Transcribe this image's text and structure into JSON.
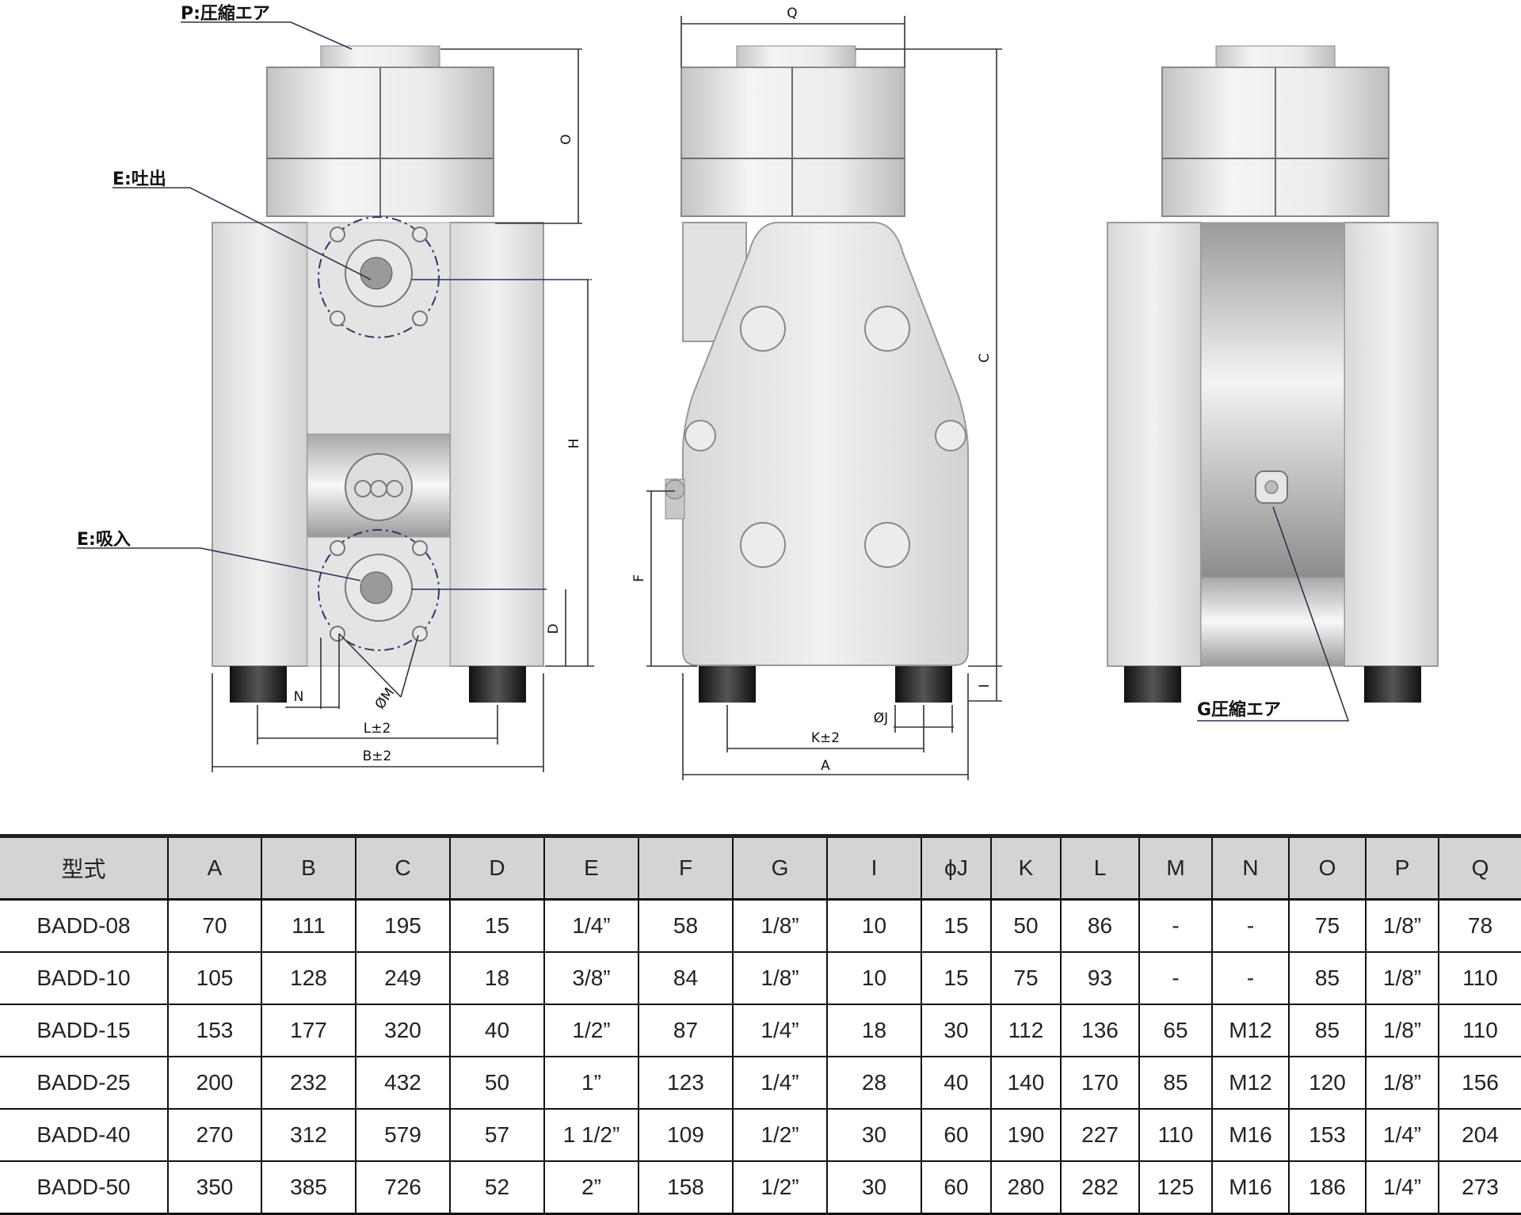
{
  "labels": {
    "port_p": "P:圧縮エア",
    "port_e_out": "E:吐出",
    "port_e_in": "E:吸入",
    "port_g": "G圧縮エア"
  },
  "dimension_labels": {
    "q": "Q",
    "o": "O",
    "c": "C",
    "h": "H",
    "f": "F",
    "d": "D",
    "i": "I",
    "n": "N",
    "m": "ØM",
    "j": "ØJ",
    "l": "L±2",
    "b": "B±2",
    "k": "K±2",
    "a": "A"
  },
  "table": {
    "headers": [
      "型式",
      "A",
      "B",
      "C",
      "D",
      "E",
      "F",
      "G",
      "I",
      "ϕJ",
      "K",
      "L",
      "M",
      "N",
      "O",
      "P",
      "Q"
    ],
    "rows": [
      [
        "BADD-08",
        "70",
        "111",
        "195",
        "15",
        "1/4”",
        "58",
        "1/8”",
        "10",
        "15",
        "50",
        "86",
        "-",
        "-",
        "75",
        "1/8”",
        "78"
      ],
      [
        "BADD-10",
        "105",
        "128",
        "249",
        "18",
        "3/8”",
        "84",
        "1/8”",
        "10",
        "15",
        "75",
        "93",
        "-",
        "-",
        "85",
        "1/8”",
        "110"
      ],
      [
        "BADD-15",
        "153",
        "177",
        "320",
        "40",
        "1/2”",
        "87",
        "1/4”",
        "18",
        "30",
        "112",
        "136",
        "65",
        "M12",
        "85",
        "1/8”",
        "110"
      ],
      [
        "BADD-25",
        "200",
        "232",
        "432",
        "50",
        "1”",
        "123",
        "1/4”",
        "28",
        "40",
        "140",
        "170",
        "85",
        "M12",
        "120",
        "1/8”",
        "156"
      ],
      [
        "BADD-40",
        "270",
        "312",
        "579",
        "57",
        "1 1/2”",
        "109",
        "1/2”",
        "30",
        "60",
        "190",
        "227",
        "110",
        "M16",
        "153",
        "1/4”",
        "204"
      ],
      [
        "BADD-50",
        "350",
        "385",
        "726",
        "52",
        "2”",
        "158",
        "1/2”",
        "30",
        "60",
        "280",
        "282",
        "125",
        "M16",
        "186",
        "1/4”",
        "273"
      ]
    ]
  }
}
